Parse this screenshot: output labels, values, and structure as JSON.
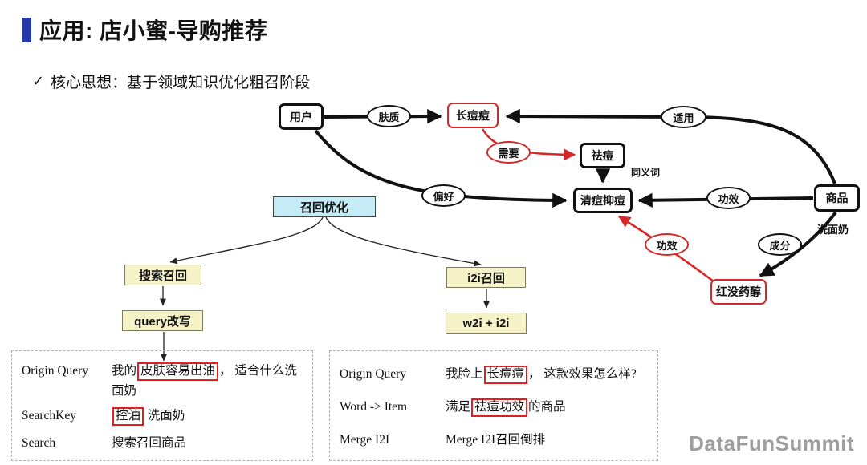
{
  "title": "应用: 店小蜜-导购推荐",
  "subtitle": {
    "check": "✓",
    "text": "核心思想：基于领域知识优化粗召阶段"
  },
  "graph": {
    "user": "用户",
    "skin_type": "肤质",
    "acne": "长痘痘",
    "applicable": "适用",
    "need": "需要",
    "acne_removal": "祛痘",
    "synonym_label": "同义词",
    "preference": "偏好",
    "clear_acne": "清痘抑痘",
    "efficacy": "功效",
    "product": "商品",
    "cleanser_label": "洗面奶",
    "efficacy_red": "功效",
    "ingredient": "成分",
    "bisabolol": "红没药醇"
  },
  "recall": {
    "optimize": "召回优化",
    "search_recall": "搜索召回",
    "query_rewrite": "query改写",
    "i2i_recall": "i2i召回",
    "w2i_i2i": "w2i + i2i"
  },
  "left_table": {
    "rows": [
      {
        "label": "Origin Query",
        "pre": "我的",
        "highlight": "皮肤容易出油",
        "post": "， 适合什么洗面奶"
      },
      {
        "label": "SearchKey",
        "pre": "",
        "highlight": "控油",
        "post": " 洗面奶"
      },
      {
        "label": "Search",
        "pre": "搜索召回商品",
        "highlight": "",
        "post": ""
      }
    ]
  },
  "right_table": {
    "rows": [
      {
        "label": "Origin Query",
        "pre": "我脸上",
        "highlight": "长痘痘",
        "post": "， 这款效果怎么样?"
      },
      {
        "label": "Word -> Item",
        "pre": "满足",
        "highlight": "祛痘功效",
        "post": "的商品"
      },
      {
        "label": "Merge I2I",
        "pre": "Merge I2I召回倒排",
        "highlight": "",
        "post": ""
      }
    ]
  },
  "watermark": "DataFunSummit",
  "colors": {
    "accent_bar": "#2438a6",
    "red": "#d42727",
    "callout_bg": "#c5ecf6",
    "ybox_bg": "#f6f2c8"
  }
}
